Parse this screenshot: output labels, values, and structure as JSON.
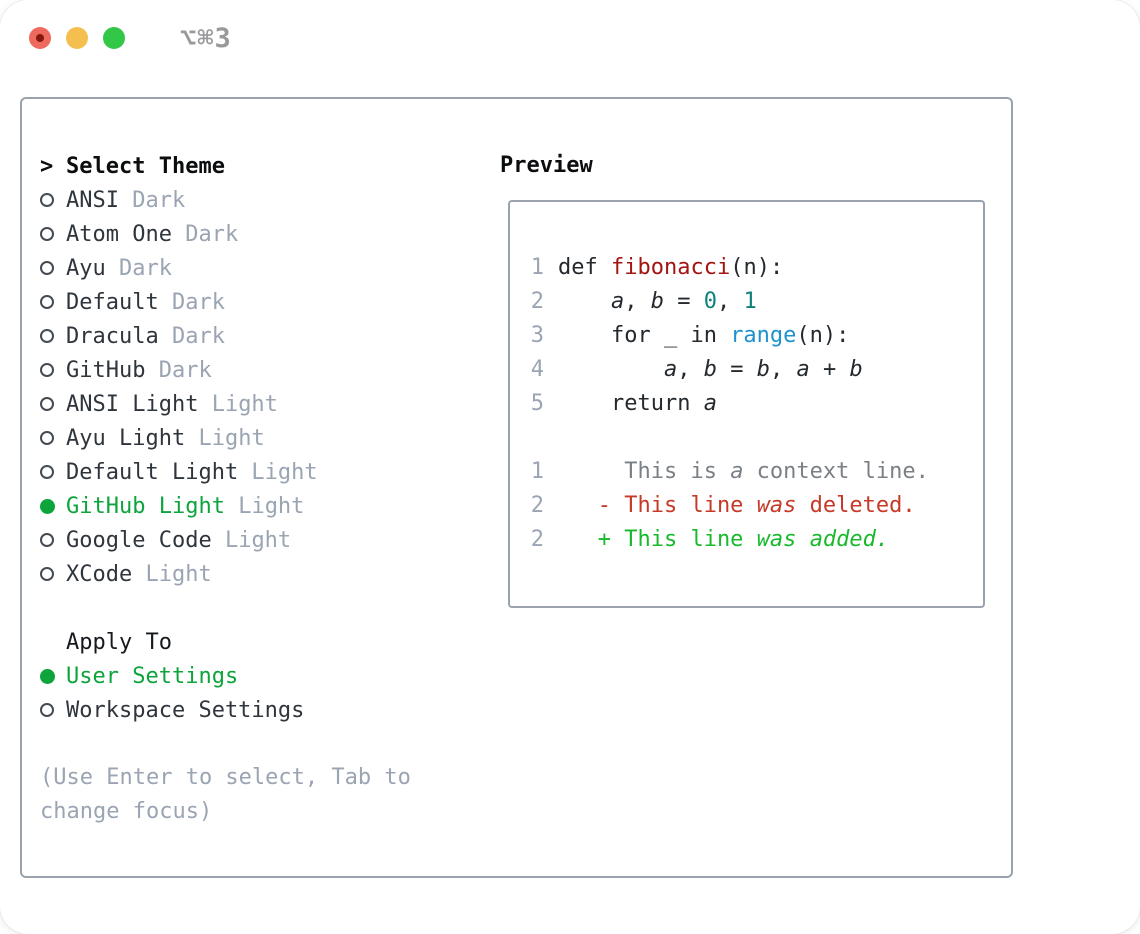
{
  "window": {
    "title": "⌥⌘3"
  },
  "theme_menu": {
    "header": {
      "prefix": ">",
      "label": "Select Theme"
    },
    "items": [
      {
        "name": "ANSI",
        "variant": "Dark",
        "selected": false
      },
      {
        "name": "Atom One",
        "variant": "Dark",
        "selected": false
      },
      {
        "name": "Ayu",
        "variant": "Dark",
        "selected": false
      },
      {
        "name": "Default",
        "variant": "Dark",
        "selected": false
      },
      {
        "name": "Dracula",
        "variant": "Dark",
        "selected": false
      },
      {
        "name": "GitHub",
        "variant": "Dark",
        "selected": false
      },
      {
        "name": "ANSI Light",
        "variant": "Light",
        "selected": false
      },
      {
        "name": "Ayu Light",
        "variant": "Light",
        "selected": false
      },
      {
        "name": "Default Light",
        "variant": "Light",
        "selected": false
      },
      {
        "name": "GitHub Light",
        "variant": "Light",
        "selected": true
      },
      {
        "name": "Google Code",
        "variant": "Light",
        "selected": false
      },
      {
        "name": "XCode",
        "variant": "Light",
        "selected": false
      }
    ],
    "apply_to": {
      "label": "Apply To",
      "options": [
        {
          "name": "User Settings",
          "selected": true
        },
        {
          "name": "Workspace Settings",
          "selected": false
        }
      ]
    },
    "hint_lines": [
      "(Use Enter to select, Tab to",
      "change focus)"
    ]
  },
  "preview": {
    "label": "Preview",
    "code_lines": [
      {
        "num": "1",
        "segs": [
          [
            "def ",
            "def"
          ],
          [
            "fibonacci",
            "red"
          ],
          [
            "(n):",
            "def"
          ]
        ]
      },
      {
        "num": "2",
        "segs": [
          [
            "    ",
            "def"
          ],
          [
            "a",
            "it"
          ],
          [
            ", ",
            "def"
          ],
          [
            "b",
            "it"
          ],
          [
            " = ",
            "def"
          ],
          [
            "0",
            "teal"
          ],
          [
            ", ",
            "def"
          ],
          [
            "1",
            "teal"
          ]
        ]
      },
      {
        "num": "3",
        "segs": [
          [
            "    for _ in ",
            "def"
          ],
          [
            "range",
            "blue"
          ],
          [
            "(n):",
            "def"
          ]
        ]
      },
      {
        "num": "4",
        "segs": [
          [
            "        ",
            "def"
          ],
          [
            "a",
            "it"
          ],
          [
            ", ",
            "def"
          ],
          [
            "b",
            "it"
          ],
          [
            " = ",
            "def"
          ],
          [
            "b",
            "it"
          ],
          [
            ", ",
            "def"
          ],
          [
            "a",
            "it"
          ],
          [
            " + ",
            "def"
          ],
          [
            "b",
            "it"
          ]
        ]
      },
      {
        "num": "5",
        "segs": [
          [
            "    return ",
            "def"
          ],
          [
            "a",
            "it"
          ]
        ]
      },
      {
        "num": "",
        "segs": []
      },
      {
        "num": "1",
        "segs": [
          [
            "     This is ",
            "ctx"
          ],
          [
            "a",
            "ctx-it"
          ],
          [
            " context line.",
            "ctx"
          ]
        ]
      },
      {
        "num": "2",
        "segs": [
          [
            "   - This line ",
            "del"
          ],
          [
            "was",
            "del-it"
          ],
          [
            " deleted.",
            "del"
          ]
        ]
      },
      {
        "num": "2",
        "segs": [
          [
            "   + This line ",
            "add"
          ],
          [
            "was",
            "add-it"
          ],
          [
            " ",
            "add"
          ],
          [
            "added.",
            "add-it"
          ]
        ]
      }
    ]
  },
  "colors": {
    "accent_green": "#0ea43c",
    "muted_gray": "#9aa4b2",
    "border_gray": "#9aa3ad",
    "syntax_function_red": "#a21512",
    "syntax_number_teal": "#0d827a",
    "syntax_builtin_blue": "#1e91cf",
    "diff_deleted_red": "#c63a28",
    "diff_added_green": "#19b92d",
    "context_gray": "#7b8087",
    "traffic_red": "#ee6a5e",
    "traffic_yellow": "#f5bf4f",
    "traffic_green": "#33c748"
  }
}
